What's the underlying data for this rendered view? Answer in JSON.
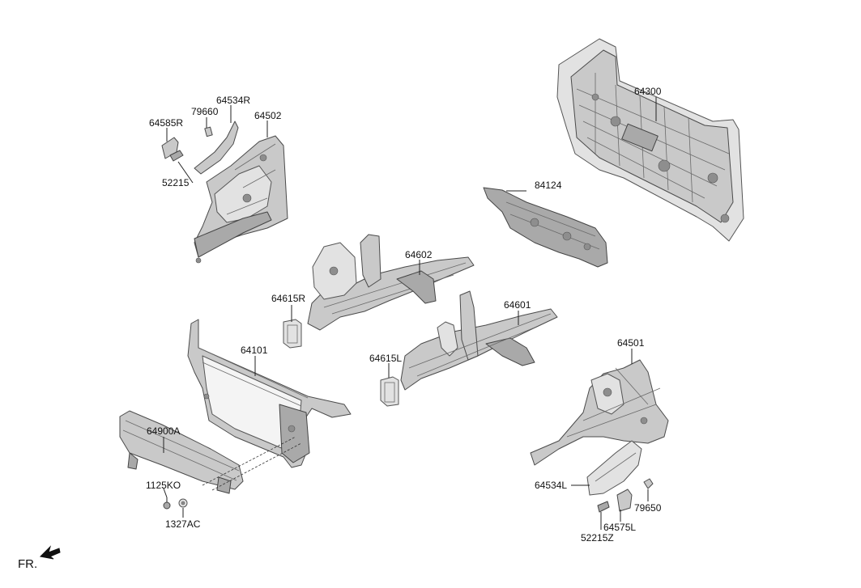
{
  "parts": [
    {
      "id": "64300",
      "label": "64300"
    },
    {
      "id": "84124",
      "label": "84124"
    },
    {
      "id": "64534R",
      "label": "64534R"
    },
    {
      "id": "79660",
      "label": "79660"
    },
    {
      "id": "64585R",
      "label": "64585R"
    },
    {
      "id": "64502",
      "label": "64502"
    },
    {
      "id": "52215",
      "label": "52215"
    },
    {
      "id": "64602",
      "label": "64602"
    },
    {
      "id": "64615R",
      "label": "64615R"
    },
    {
      "id": "64601",
      "label": "64601"
    },
    {
      "id": "64101",
      "label": "64101"
    },
    {
      "id": "64615L",
      "label": "64615L"
    },
    {
      "id": "64501",
      "label": "64501"
    },
    {
      "id": "64900A",
      "label": "64900A"
    },
    {
      "id": "1125KO",
      "label": "1125KO"
    },
    {
      "id": "1327AC",
      "label": "1327AC"
    },
    {
      "id": "64534L",
      "label": "64534L"
    },
    {
      "id": "79650",
      "label": "79650"
    },
    {
      "id": "64575L",
      "label": "64575L"
    },
    {
      "id": "52215Z",
      "label": "52215Z"
    }
  ],
  "direction_indicator": {
    "label": "FR.",
    "icon": "arrow-left-down-icon"
  }
}
